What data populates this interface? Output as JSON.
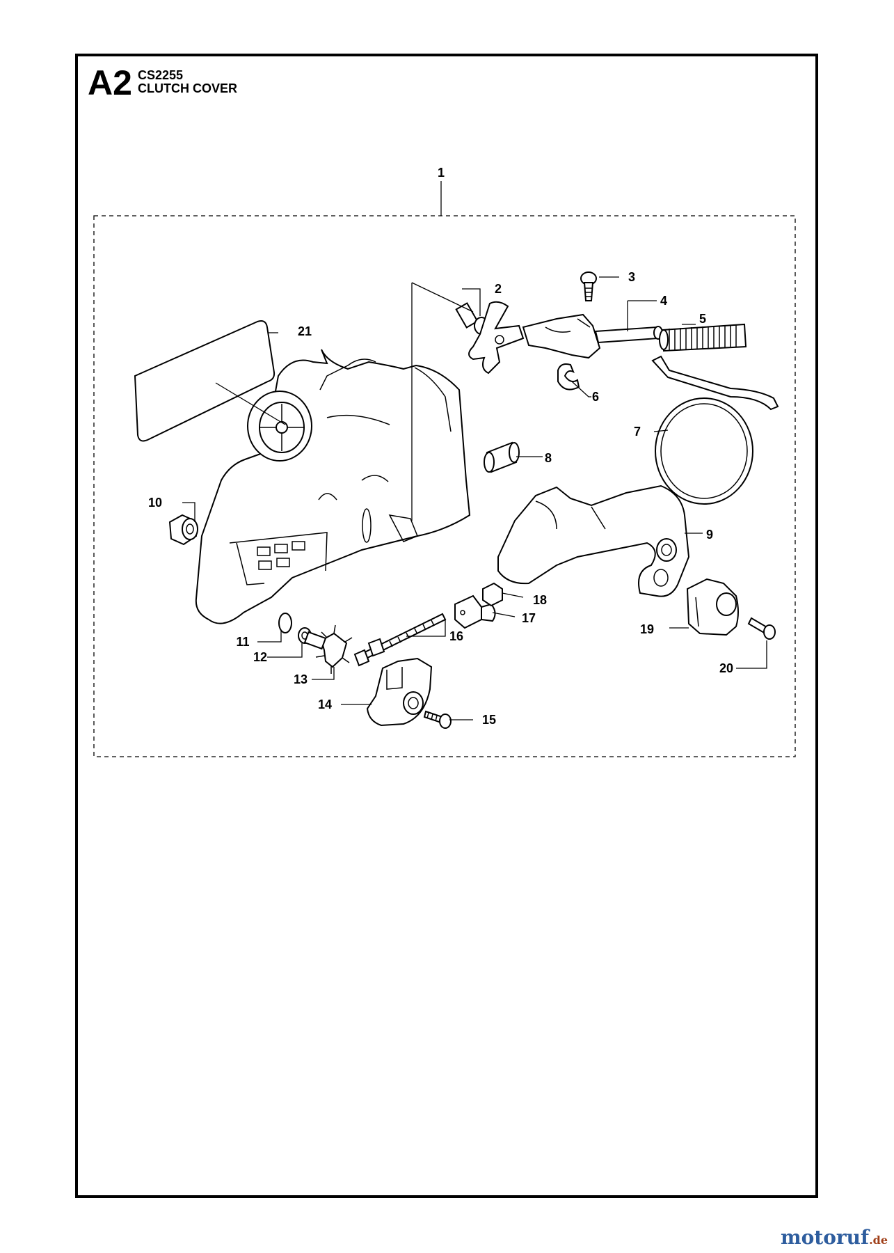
{
  "header": {
    "section_code": "A2",
    "model": "CS2255",
    "title": "CLUTCH COVER"
  },
  "callouts": [
    "1",
    "2",
    "3",
    "4",
    "5",
    "6",
    "7",
    "8",
    "9",
    "10",
    "11",
    "12",
    "13",
    "14",
    "15",
    "16",
    "17",
    "18",
    "19",
    "20",
    "21"
  ],
  "watermark": {
    "brand": "motoruf",
    "tld": ".de"
  },
  "colors": {
    "line": "#000000",
    "background": "#ffffff",
    "brand_blue": "#2e5d9e",
    "brand_red": "#a0401a"
  }
}
